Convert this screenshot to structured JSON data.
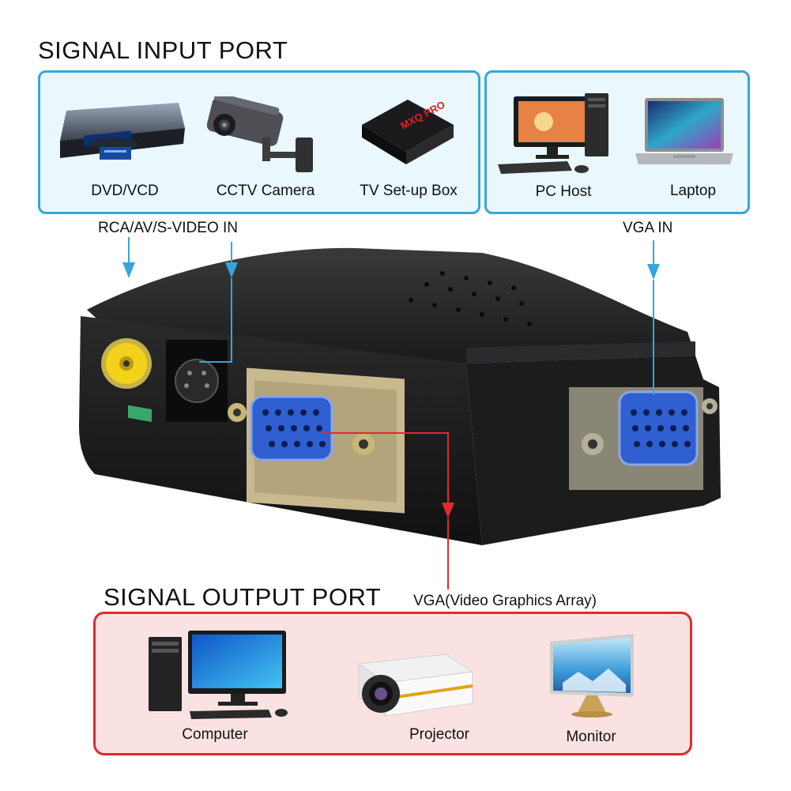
{
  "input": {
    "heading": "SIGNAL INPUT PORT",
    "left_group": [
      {
        "label": "DVD/VCD",
        "icon": "dvd-player-icon"
      },
      {
        "label": "CCTV Camera",
        "icon": "cctv-camera-icon"
      },
      {
        "label": "TV Set-up Box",
        "icon": "tv-box-icon",
        "brand_text": "MXQ PRO"
      }
    ],
    "right_group": [
      {
        "label": "PC Host",
        "icon": "pc-host-icon"
      },
      {
        "label": "Laptop",
        "icon": "laptop-icon"
      }
    ],
    "rca_label": "RCA/AV/S-VIDEO IN",
    "vga_in_label": "VGA IN"
  },
  "output": {
    "heading": "SIGNAL OUTPUT PORT",
    "vga_label": "VGA(Video Graphics Array)",
    "devices": [
      {
        "label": "Computer",
        "icon": "computer-icon"
      },
      {
        "label": "Projector",
        "icon": "projector-icon"
      },
      {
        "label": "Monitor",
        "icon": "monitor-icon"
      }
    ]
  },
  "colors": {
    "input_accent": "#36a5dc",
    "output_accent": "#e22a2a",
    "input_panel_bg": "#eaf7fd",
    "output_panel_bg": "#fbe2e2",
    "vga_port_blue": "#2f5fd0",
    "rca_yellow": "#f2d21b"
  }
}
